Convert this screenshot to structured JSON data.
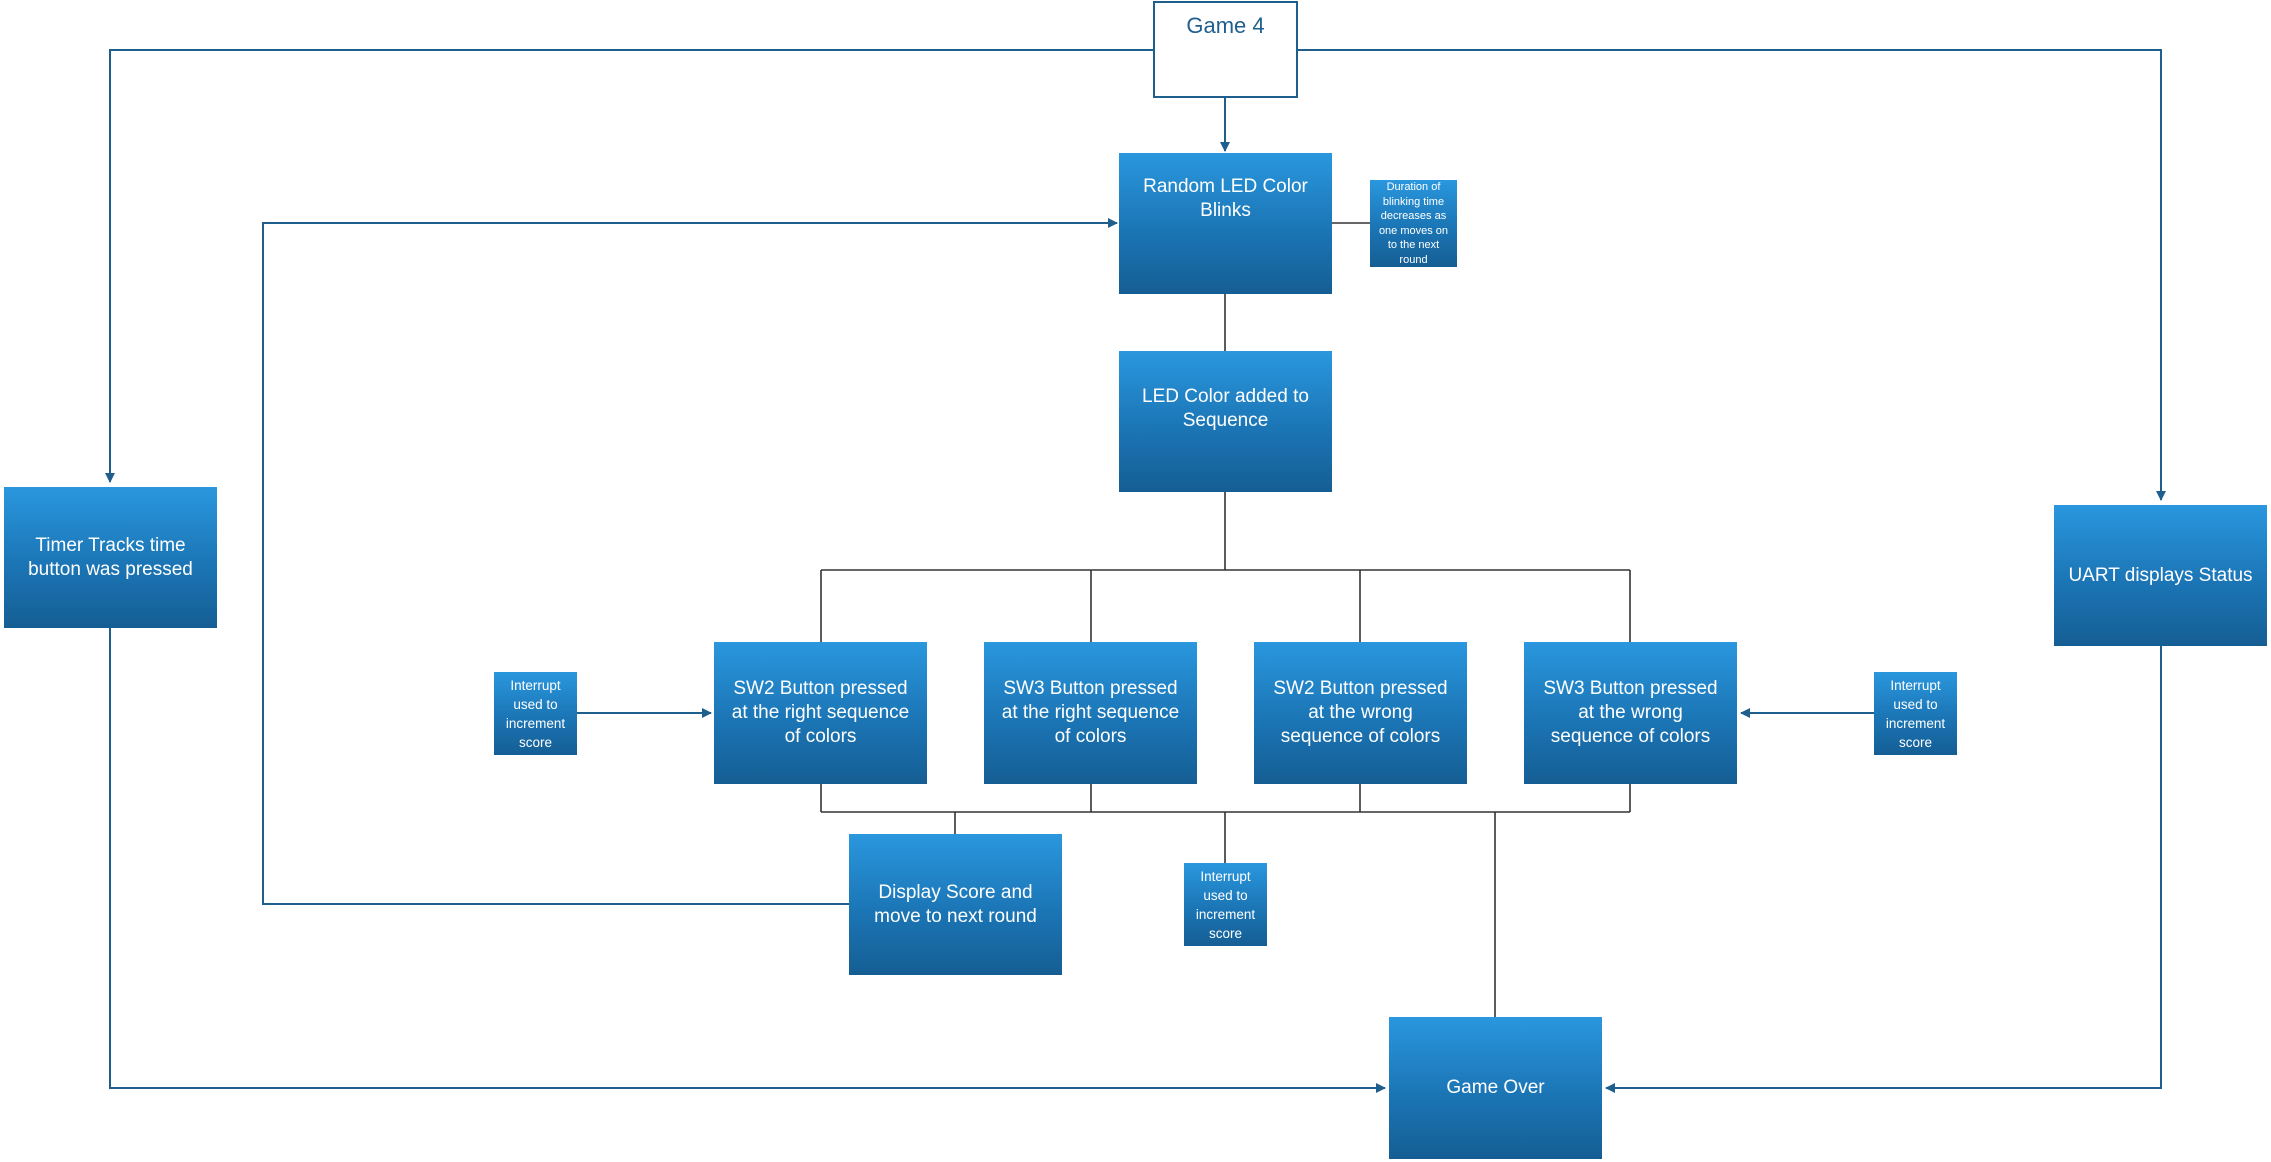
{
  "diagram": {
    "title": "Game 4",
    "nodes": {
      "random_led": "Random LED Color Blinks",
      "blink_note": "Duration of blinking time decreases as one moves on to the next round",
      "led_added": "LED Color added to Sequence",
      "timer": "Timer Tracks time button was pressed",
      "uart": "UART displays Status",
      "sw2_right": "SW2 Button pressed at the right sequence of colors",
      "sw3_right": "SW3 Button pressed at the right sequence of colors",
      "sw2_wrong": "SW2 Button pressed at the wrong sequence of colors",
      "sw3_wrong": "SW3 Button pressed at the wrong sequence of colors",
      "interrupt_left": "Interrupt used to increment score",
      "interrupt_right": "Interrupt used to increment score",
      "interrupt_center": "Interrupt used to increment score",
      "display_score": "Display Score and move to next round",
      "game_over": "Game Over"
    },
    "colors": {
      "box_top": "#2a97de",
      "box_bottom": "#155e94",
      "arrow_line": "#1f5f8e",
      "connector_line": "#333333"
    }
  }
}
